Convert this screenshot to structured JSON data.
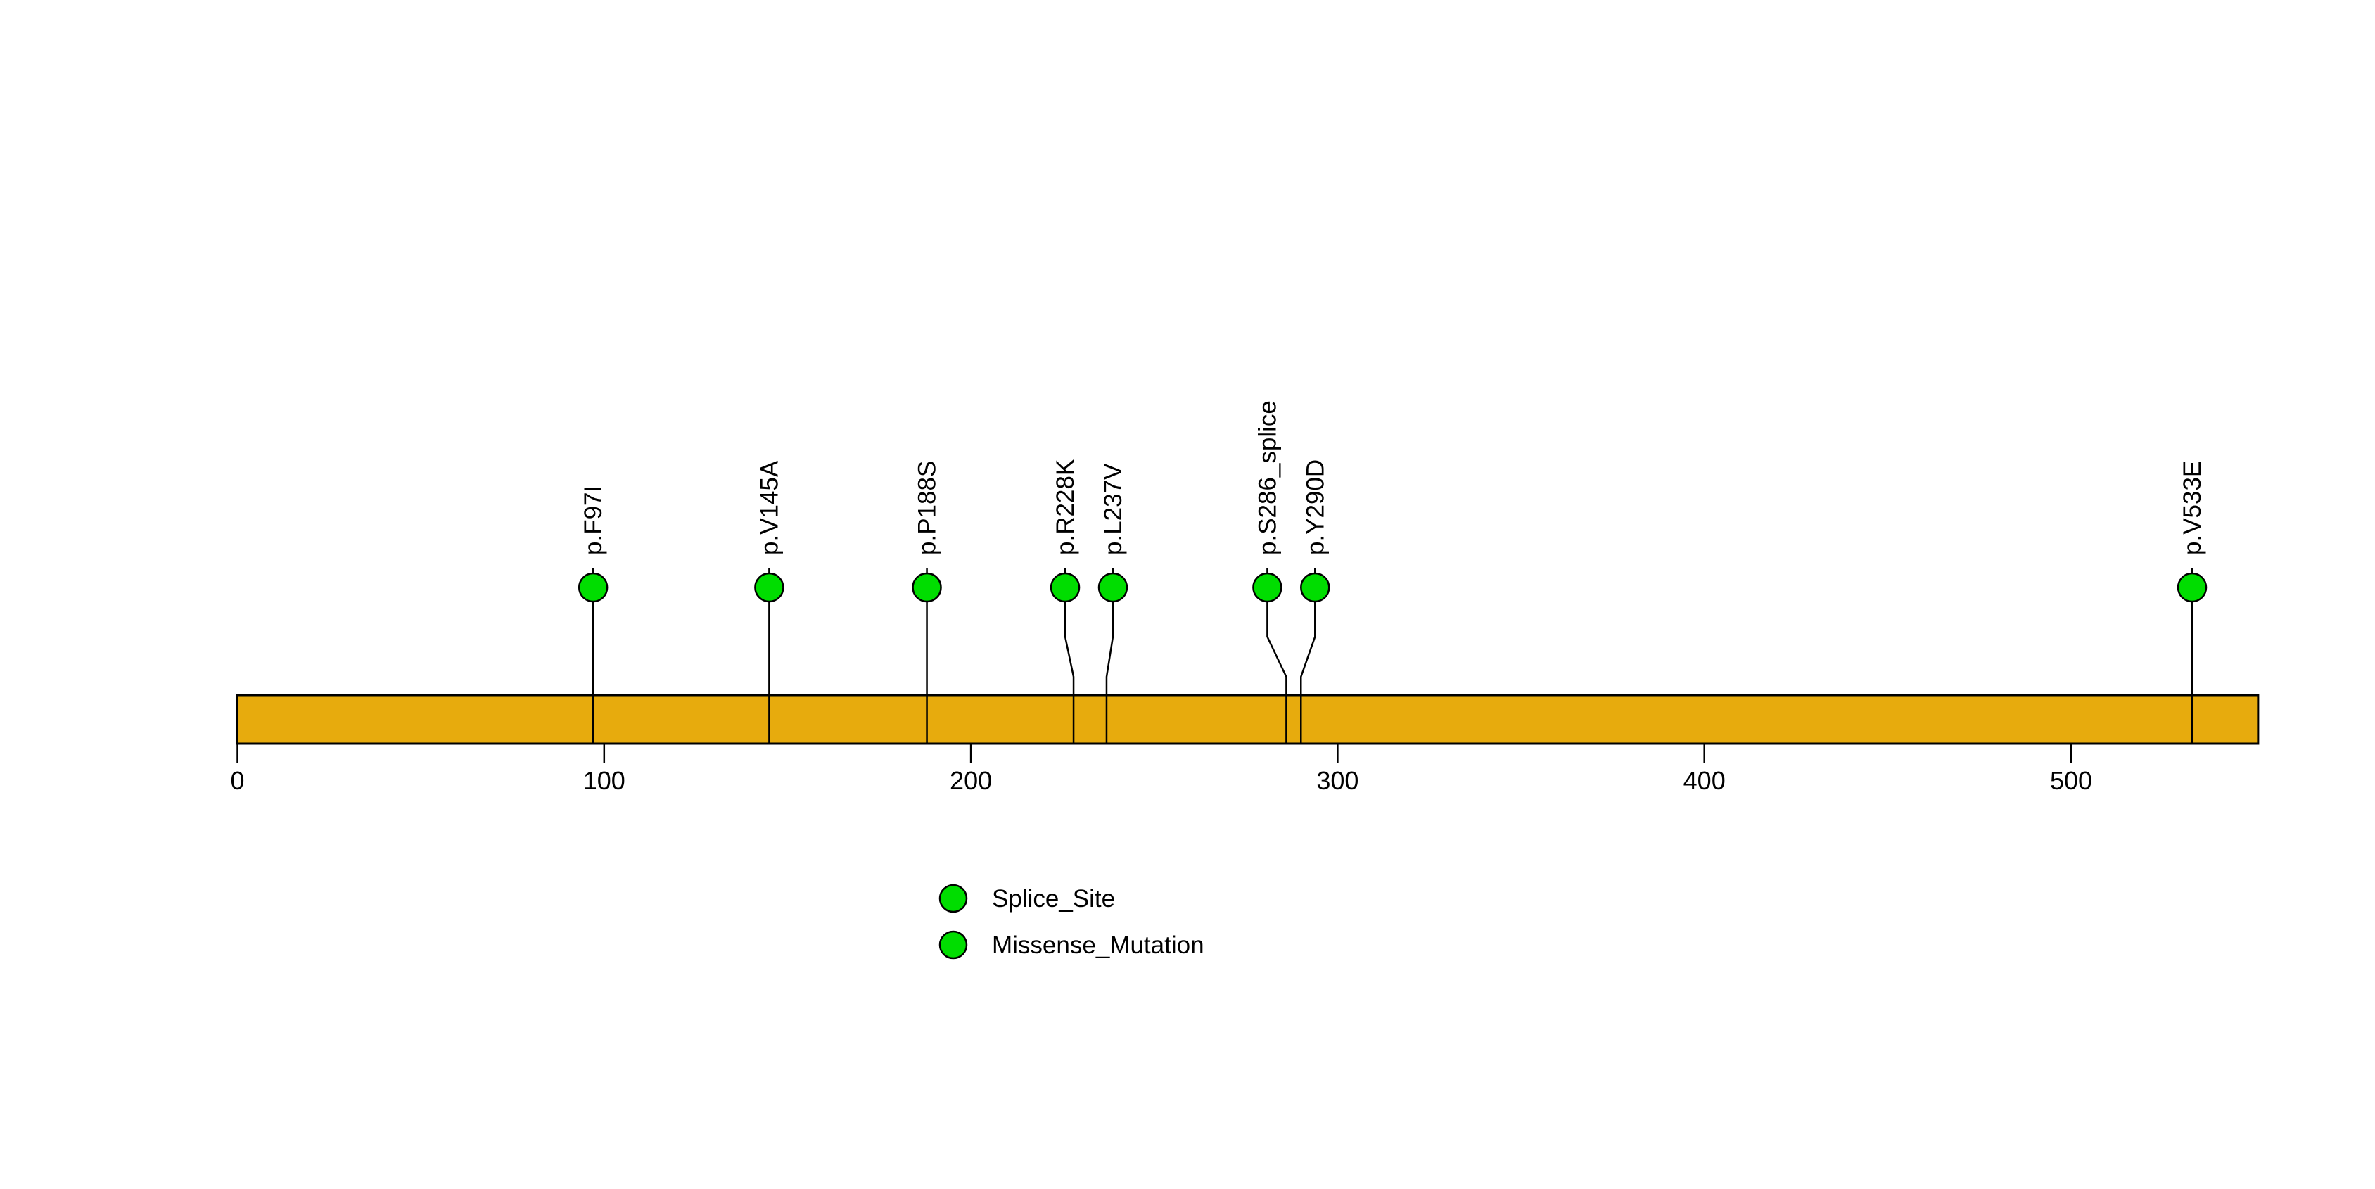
{
  "chart_data": {
    "type": "lollipop",
    "title": "",
    "xlabel": "",
    "ylabel": "",
    "xlim": [
      0,
      551
    ],
    "grid": false,
    "protein_end": 551,
    "axis_ticks": [
      0,
      100,
      200,
      300,
      400,
      500
    ],
    "protein_bar_color": "#E7AB0D",
    "bar_border_color": "#000000",
    "stem_color": "#000000",
    "marker_stroke_color": "#000000",
    "background_color": "#FFFFFF",
    "mutations": [
      {
        "label": "p.F97I",
        "position": 97,
        "type": "Missense_Mutation",
        "dodge_x": 0
      },
      {
        "label": "p.V145A",
        "position": 145,
        "type": "Missense_Mutation",
        "dodge_x": 0
      },
      {
        "label": "p.P188S",
        "position": 188,
        "type": "Missense_Mutation",
        "dodge_x": 0
      },
      {
        "label": "p.R228K",
        "position": 228,
        "type": "Missense_Mutation",
        "dodge_x": -12
      },
      {
        "label": "p.L237V",
        "position": 237,
        "type": "Missense_Mutation",
        "dodge_x": 9
      },
      {
        "label": "p.S286_splice",
        "position": 286,
        "type": "Splice_Site",
        "dodge_x": -27
      },
      {
        "label": "p.Y290D",
        "position": 290,
        "type": "Missense_Mutation",
        "dodge_x": 20
      },
      {
        "label": "p.V533E",
        "position": 533,
        "type": "Missense_Mutation",
        "dodge_x": 0
      }
    ],
    "legend": {
      "position": "bottom",
      "entries": [
        {
          "label": "Splice_Site",
          "color": "#00DD00"
        },
        {
          "label": "Missense_Mutation",
          "color": "#00DD00"
        }
      ]
    }
  }
}
